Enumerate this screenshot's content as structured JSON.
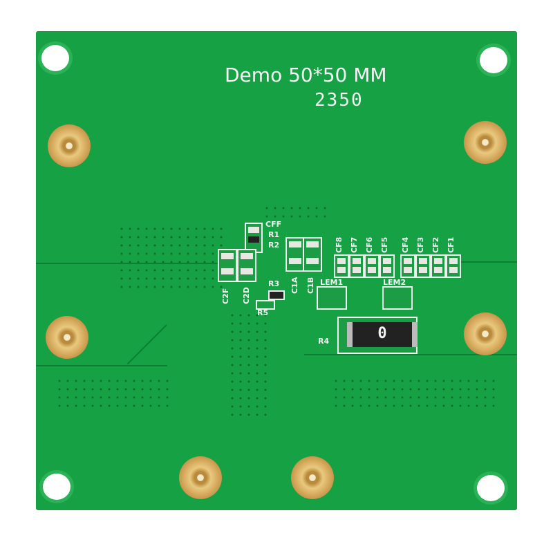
{
  "board": {
    "title": "Demo 50*50 MM",
    "code": "2350",
    "color": "#15a144"
  },
  "labels": {
    "cff": "CFF",
    "r1": "R1",
    "r2": "R2",
    "c2f": "C2F",
    "c2d": "C2D",
    "c1a": "C1A",
    "c1b": "C1B",
    "r3": "R3",
    "r5": "R5",
    "r4": "R4",
    "lem1": "LEM1",
    "lem2": "LEM2",
    "cf": [
      "CF8",
      "CF7",
      "CF6",
      "CF5",
      "CF4",
      "CF3",
      "CF2",
      "CF1"
    ]
  },
  "resistor_value": "0"
}
